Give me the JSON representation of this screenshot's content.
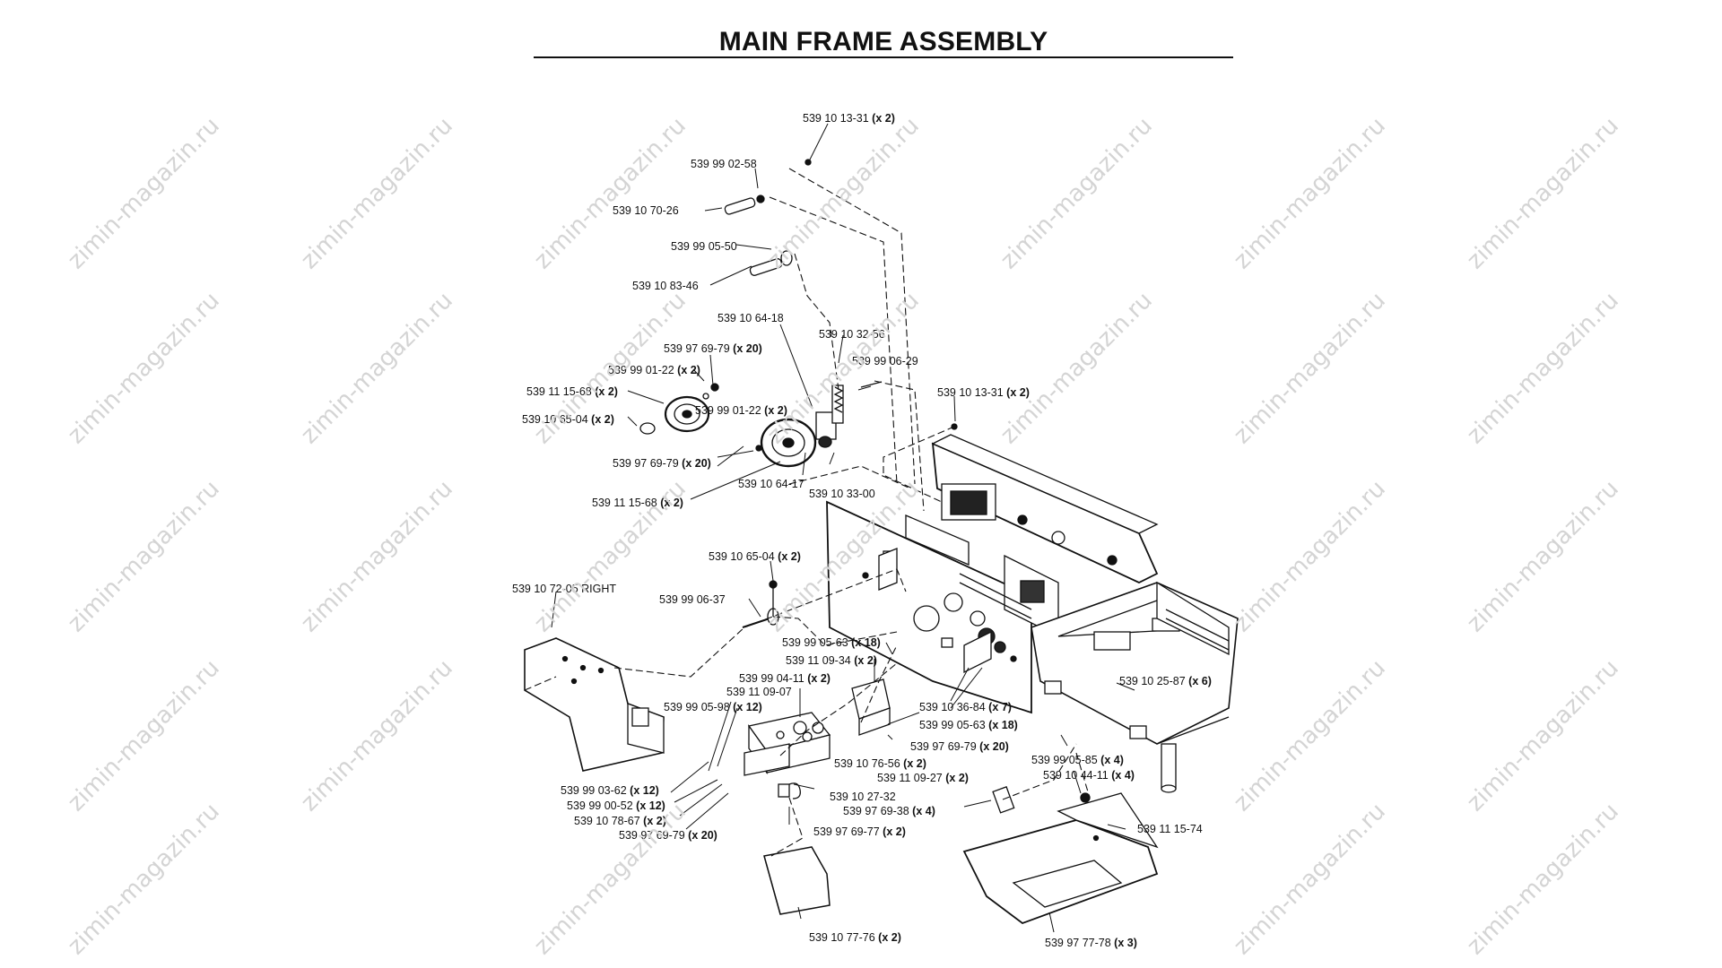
{
  "title": "MAIN FRAME ASSEMBLY",
  "watermark": "zimin-magazin.ru",
  "parts": [
    {
      "num": "539 10 13-31",
      "qty": "(x 2)"
    },
    {
      "num": "539 99 02-58",
      "qty": ""
    },
    {
      "num": "539 10 70-26",
      "qty": ""
    },
    {
      "num": "539 99 05-50",
      "qty": ""
    },
    {
      "num": "539 10 83-46",
      "qty": ""
    },
    {
      "num": "539 10 64-18",
      "qty": ""
    },
    {
      "num": "539 10 32-56",
      "qty": ""
    },
    {
      "num": "539 97 69-79",
      "qty": "(x 20)"
    },
    {
      "num": "539 99 06-29",
      "qty": ""
    },
    {
      "num": "539 99 01-22",
      "qty": "(x 2)"
    },
    {
      "num": "539 11 15-68",
      "qty": "(x 2)"
    },
    {
      "num": "539 10 13-31",
      "qty": "(x 2)"
    },
    {
      "num": "539 10 65-04",
      "qty": "(x 2)"
    },
    {
      "num": "539 99 01-22",
      "qty": "(x 2)"
    },
    {
      "num": "539 97 69-79",
      "qty": "(x 20)"
    },
    {
      "num": "539 10 64-17",
      "qty": ""
    },
    {
      "num": "539 10 33-00",
      "qty": ""
    },
    {
      "num": "539 11 15-68",
      "qty": "(x 2)"
    },
    {
      "num": "539 10 65-04",
      "qty": "(x 2)"
    },
    {
      "num": "539 10 72-05 RIGHT",
      "qty": ""
    },
    {
      "num": "539 99 06-37",
      "qty": ""
    },
    {
      "num": "539 99 05-63",
      "qty": "(x 18)"
    },
    {
      "num": "539 11 09-34",
      "qty": "(x 2)"
    },
    {
      "num": "539 99 04-11",
      "qty": "(x 2)"
    },
    {
      "num": "539 11 09-07",
      "qty": ""
    },
    {
      "num": "539 99 05-98",
      "qty": "(x 12)"
    },
    {
      "num": "539 10 36-84",
      "qty": "(x 7)"
    },
    {
      "num": "539 10 25-87",
      "qty": "(x 6)"
    },
    {
      "num": "539 99 05-63",
      "qty": "(x 18)"
    },
    {
      "num": "539 97 69-79",
      "qty": "(x 20)"
    },
    {
      "num": "539 10 76-56",
      "qty": "(x 2)"
    },
    {
      "num": "539 99 05-85",
      "qty": "(x 4)"
    },
    {
      "num": "539 11 09-27",
      "qty": "(x 2)"
    },
    {
      "num": "539 10 44-11",
      "qty": "(x 4)"
    },
    {
      "num": "539 99 03-62",
      "qty": "(x 12)"
    },
    {
      "num": "539 10 27-32",
      "qty": ""
    },
    {
      "num": "539 99 00-52",
      "qty": "(x 12)"
    },
    {
      "num": "539 97 69-38",
      "qty": "(x 4)"
    },
    {
      "num": "539 10 78-67",
      "qty": "(x 2)"
    },
    {
      "num": "539 11 15-74",
      "qty": ""
    },
    {
      "num": "539 97 69-77",
      "qty": "(x 2)"
    },
    {
      "num": "539 97 69-79",
      "qty": "(x 20)"
    },
    {
      "num": "539 10 77-76",
      "qty": "(x 2)"
    },
    {
      "num": "539 97 77-78",
      "qty": "(x 3)"
    }
  ]
}
